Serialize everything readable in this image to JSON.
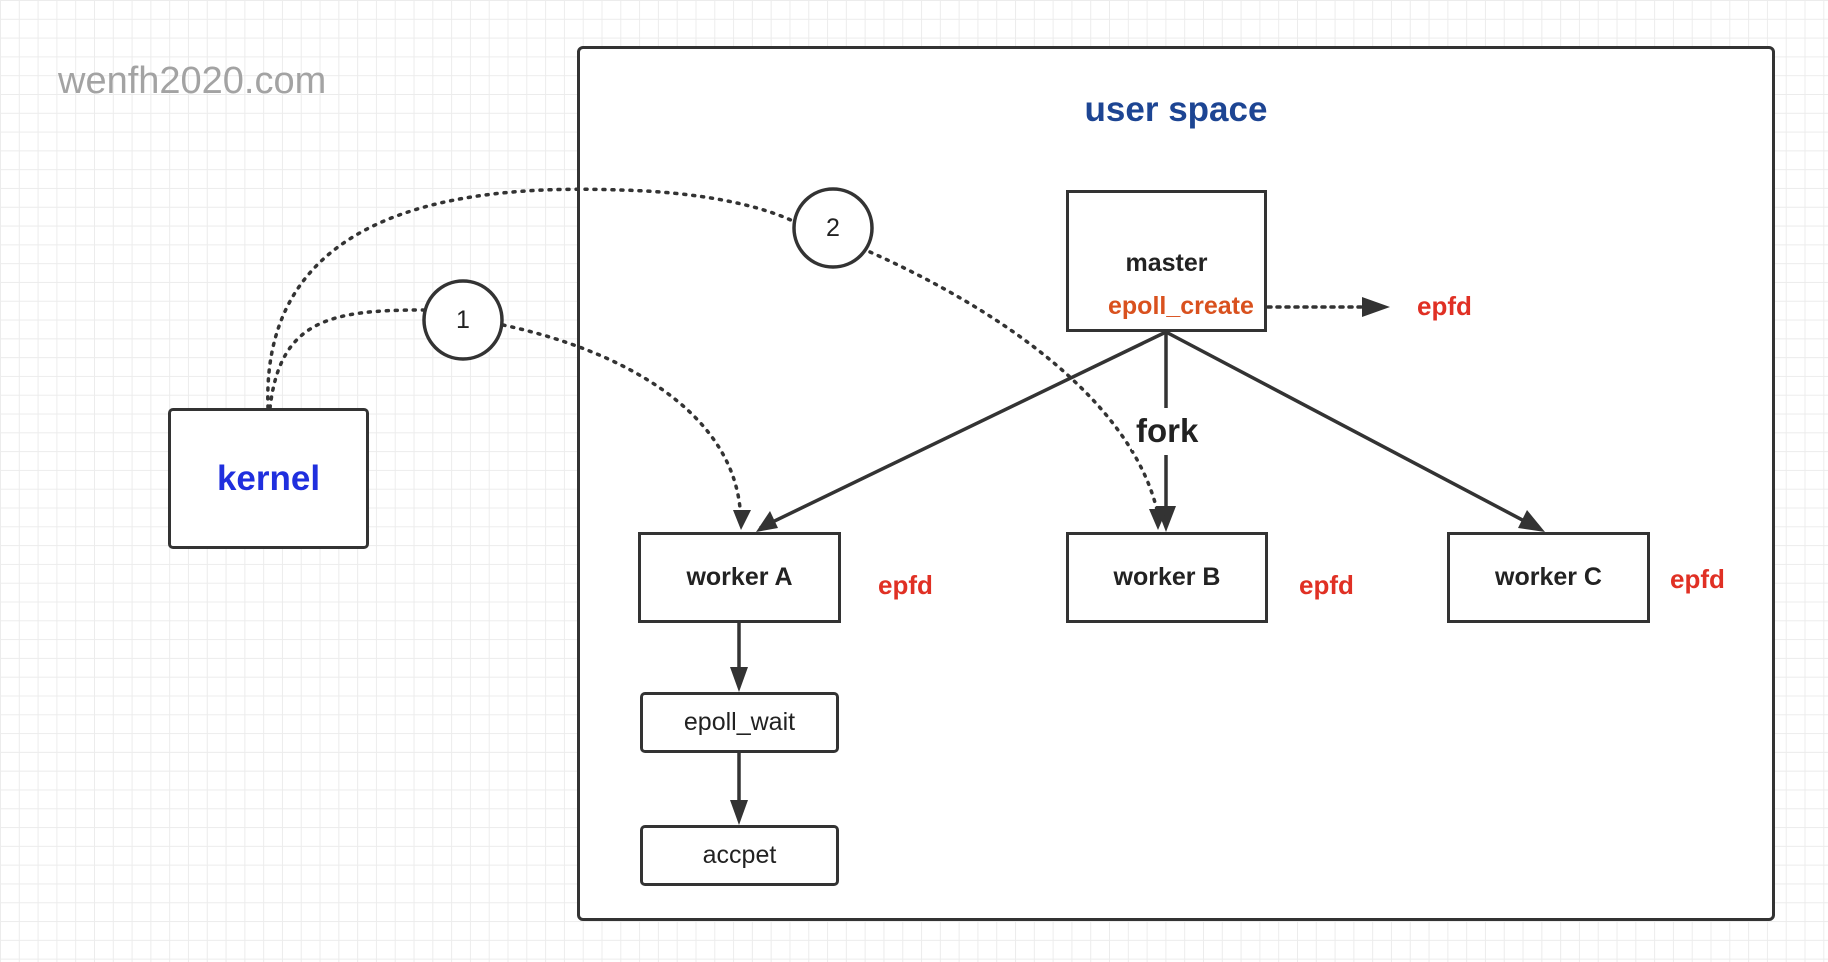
{
  "watermark": "wenfh2020.com",
  "user_space": {
    "title": "user space"
  },
  "kernel": {
    "label": "kernel"
  },
  "master": {
    "label": "master",
    "call": "epoll_create",
    "result": "epfd"
  },
  "fork_label": "fork",
  "workers": [
    {
      "label": "worker A",
      "epfd": "epfd"
    },
    {
      "label": "worker B",
      "epfd": "epfd"
    },
    {
      "label": "worker C",
      "epfd": "epfd"
    }
  ],
  "worker_a_steps": [
    "epoll_wait",
    "accpet"
  ],
  "steps": [
    "1",
    "2"
  ],
  "colors": {
    "title_blue": "#1d4593",
    "kernel_blue": "#1f2fde",
    "epfd_red": "#e03024",
    "epoll_create_orange": "#d9511e",
    "line": "#333333"
  }
}
